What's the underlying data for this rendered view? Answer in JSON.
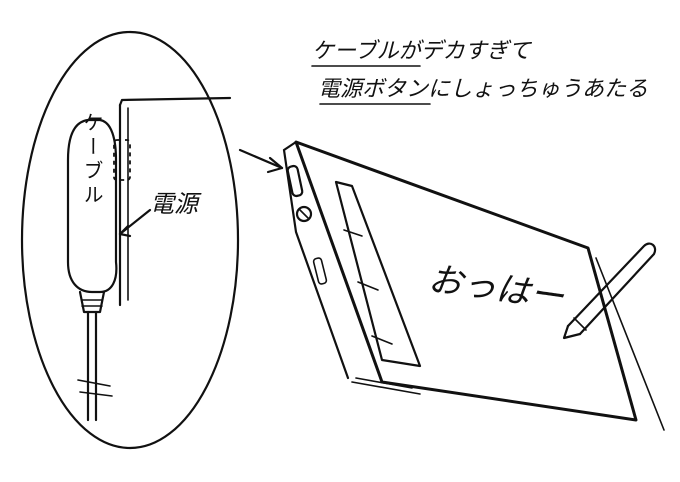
{
  "caption": {
    "line1": "ケーブルがデカすぎて",
    "line2": "電源ボタンにしょっちゅうあたる"
  },
  "labels": {
    "cable": "ケーブル",
    "power": "電源",
    "screen_text": "おっはー"
  },
  "colors": {
    "ink": "#111111",
    "background": "#ffffff"
  }
}
